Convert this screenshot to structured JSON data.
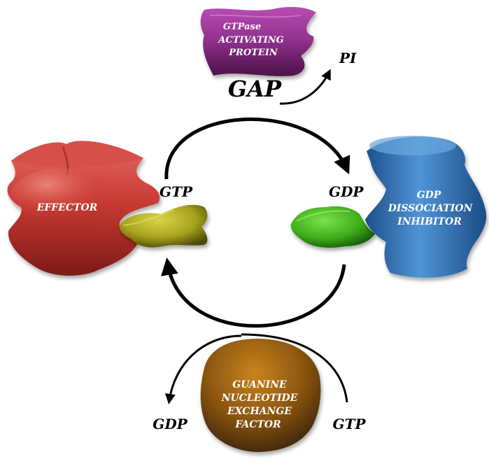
{
  "labels": {
    "gap_protein_line1": "GTPase",
    "gap_protein_line2": "ACTIVATING",
    "gap_protein_line3": "PROTEIN",
    "gap": "GAP",
    "pi": "PI",
    "effector": "EFFECTOR",
    "gtp_bound": "GTP",
    "gdp_bound": "GDP",
    "gdi_line1": "GDP",
    "gdi_line2": "DISSOCIATION",
    "gdi_line3": "INHIBITOR",
    "gef_line1": "GUANINE",
    "gef_line2": "NUCLEOTIDE",
    "gef_line3": "EXCHANGE",
    "gef_line4": "FACTOR",
    "gdp_out": "GDP",
    "gtp_in": "GTP"
  },
  "colors": {
    "gap_protein": "#8e2f8a",
    "effector": "#c83a33",
    "gtp_protein": "#a6a21c",
    "gdp_protein": "#3fae1a",
    "gdi": "#2c6fb4",
    "gef": "#8a5510",
    "arrows": "#000000"
  }
}
